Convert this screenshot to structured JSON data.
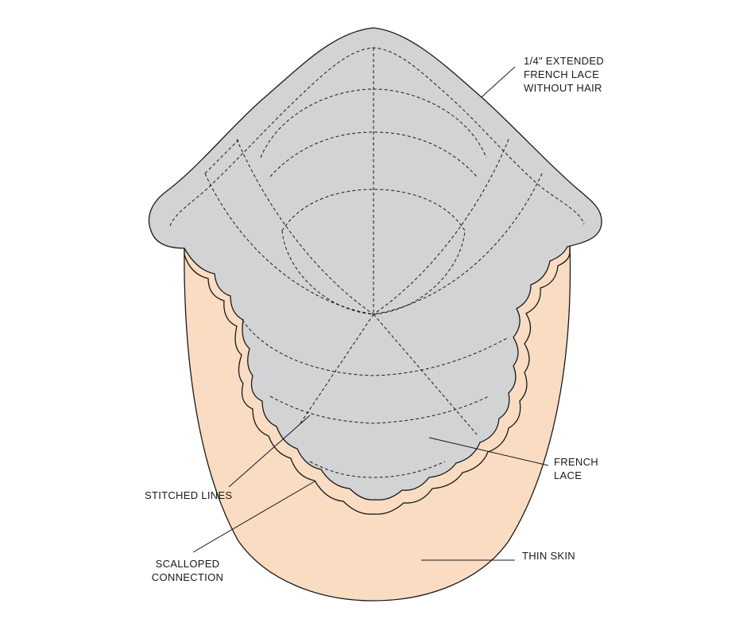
{
  "colors": {
    "skin": "#f9dcc2",
    "lace": "#d1d3d5",
    "outline": "#1a1a1a",
    "background": "#ffffff"
  },
  "labels": {
    "extended_lace": [
      "1/4\" EXTENDED",
      "FRENCH LACE",
      "WITHOUT HAIR"
    ],
    "french_lace": [
      "FRENCH",
      "LACE"
    ],
    "stitched_lines": [
      "STITCHED LINES"
    ],
    "scalloped_connection": [
      "SCALLOPED",
      "CONNECTION"
    ],
    "thin_skin": [
      "THIN SKIN"
    ]
  }
}
